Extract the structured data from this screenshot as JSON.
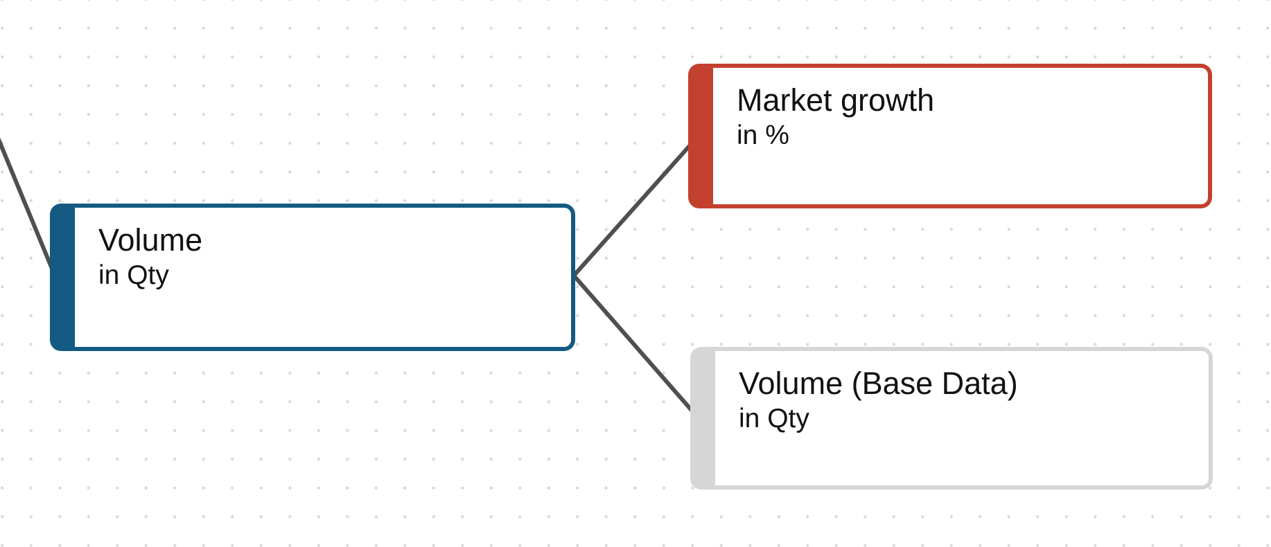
{
  "canvas": {
    "type": "driver-tree-model-canvas",
    "background_color": "#ffffff",
    "dot_color": "#d9d9d9",
    "edge_color": "#4f4f4f"
  },
  "nodes": [
    {
      "id": "volume",
      "title": "Volume",
      "unit": "in Qty",
      "accent_color": "#145a82"
    },
    {
      "id": "market-growth",
      "title": "Market growth",
      "unit": "in %",
      "accent_color": "#c4402e"
    },
    {
      "id": "volume-base-data",
      "title": "Volume (Base Data)",
      "unit": "in Qty",
      "accent_color": "#d6d6d6"
    }
  ],
  "edges": [
    {
      "id": "incoming-offscreen-to-volume",
      "from": "offscreen-left",
      "to": "volume"
    },
    {
      "id": "volume-to-market-growth",
      "from": "volume",
      "to": "market-growth"
    },
    {
      "id": "volume-to-volume-base-data",
      "from": "volume",
      "to": "volume-base-data"
    }
  ]
}
